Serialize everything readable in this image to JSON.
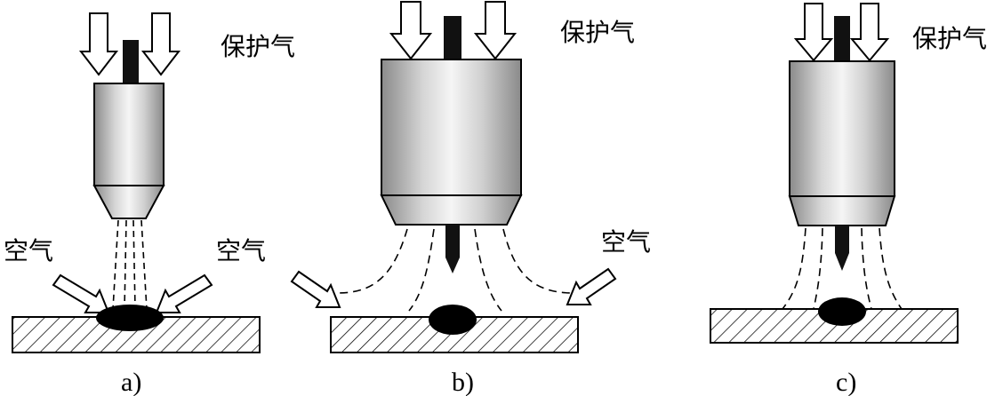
{
  "panels": [
    {
      "caption": "a)",
      "labels": {
        "shield_gas": "保护气",
        "air_left": "空气",
        "air_right": "空气"
      }
    },
    {
      "caption": "b)",
      "labels": {
        "shield_gas": "保护气",
        "air_right": "空气"
      }
    },
    {
      "caption": "c)",
      "labels": {
        "shield_gas": "保护气"
      }
    }
  ],
  "colors": {
    "line": "#000000",
    "nozzle_light": "#f4f4f4",
    "nozzle_dark": "#8c8c8c",
    "weld_pool": "#000000"
  }
}
